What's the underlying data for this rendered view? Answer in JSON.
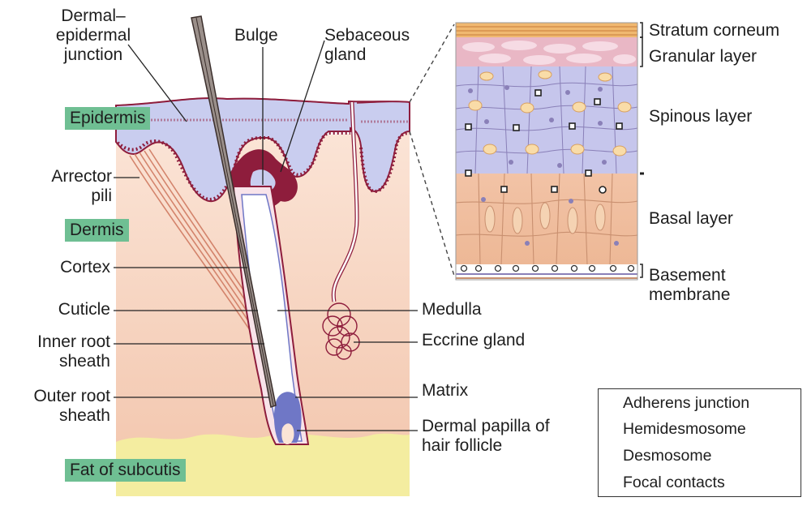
{
  "labels": {
    "dermal_epidermal_junction": [
      "Dermal–",
      "epidermal",
      "junction"
    ],
    "bulge": "Bulge",
    "sebaceous_gland": [
      "Sebaceous",
      "gland"
    ],
    "epidermis": "Epidermis",
    "arrector_pili": [
      "Arrector",
      "pili"
    ],
    "dermis": "Dermis",
    "cortex": "Cortex",
    "cuticle": "Cuticle",
    "inner_root_sheath": [
      "Inner root",
      "sheath"
    ],
    "outer_root_sheath": [
      "Outer root",
      "sheath"
    ],
    "fat_of_subcutis": "Fat of subcutis",
    "medulla": "Medulla",
    "eccrine_gland": "Eccrine gland",
    "matrix": "Matrix",
    "dermal_papilla": [
      "Dermal papilla of",
      "hair follicle"
    ],
    "stratum_corneum": "Stratum corneum",
    "granular_layer": "Granular layer",
    "spinous_layer": "Spinous layer",
    "basal_layer": "Basal layer",
    "basement_membrane": [
      "Basement",
      "membrane"
    ]
  },
  "legend": {
    "items": [
      {
        "icon": "adherens-junction-icon",
        "label": "Adherens junction"
      },
      {
        "icon": "hemidesmosome-icon",
        "label": "Hemidesmosome"
      },
      {
        "icon": "desmosome-icon",
        "label": "Desmosome"
      },
      {
        "icon": "focal-contact-icon",
        "label": "Focal contacts"
      }
    ]
  },
  "colors": {
    "epidermis_fill": "#c9cdef",
    "dermis_fill": "#f6d2bd",
    "fat_fill": "#f4eda0",
    "label_box": "#6fbf93",
    "gland_dark": "#8e1d3c",
    "follicle_blue": "#6f77c6"
  }
}
